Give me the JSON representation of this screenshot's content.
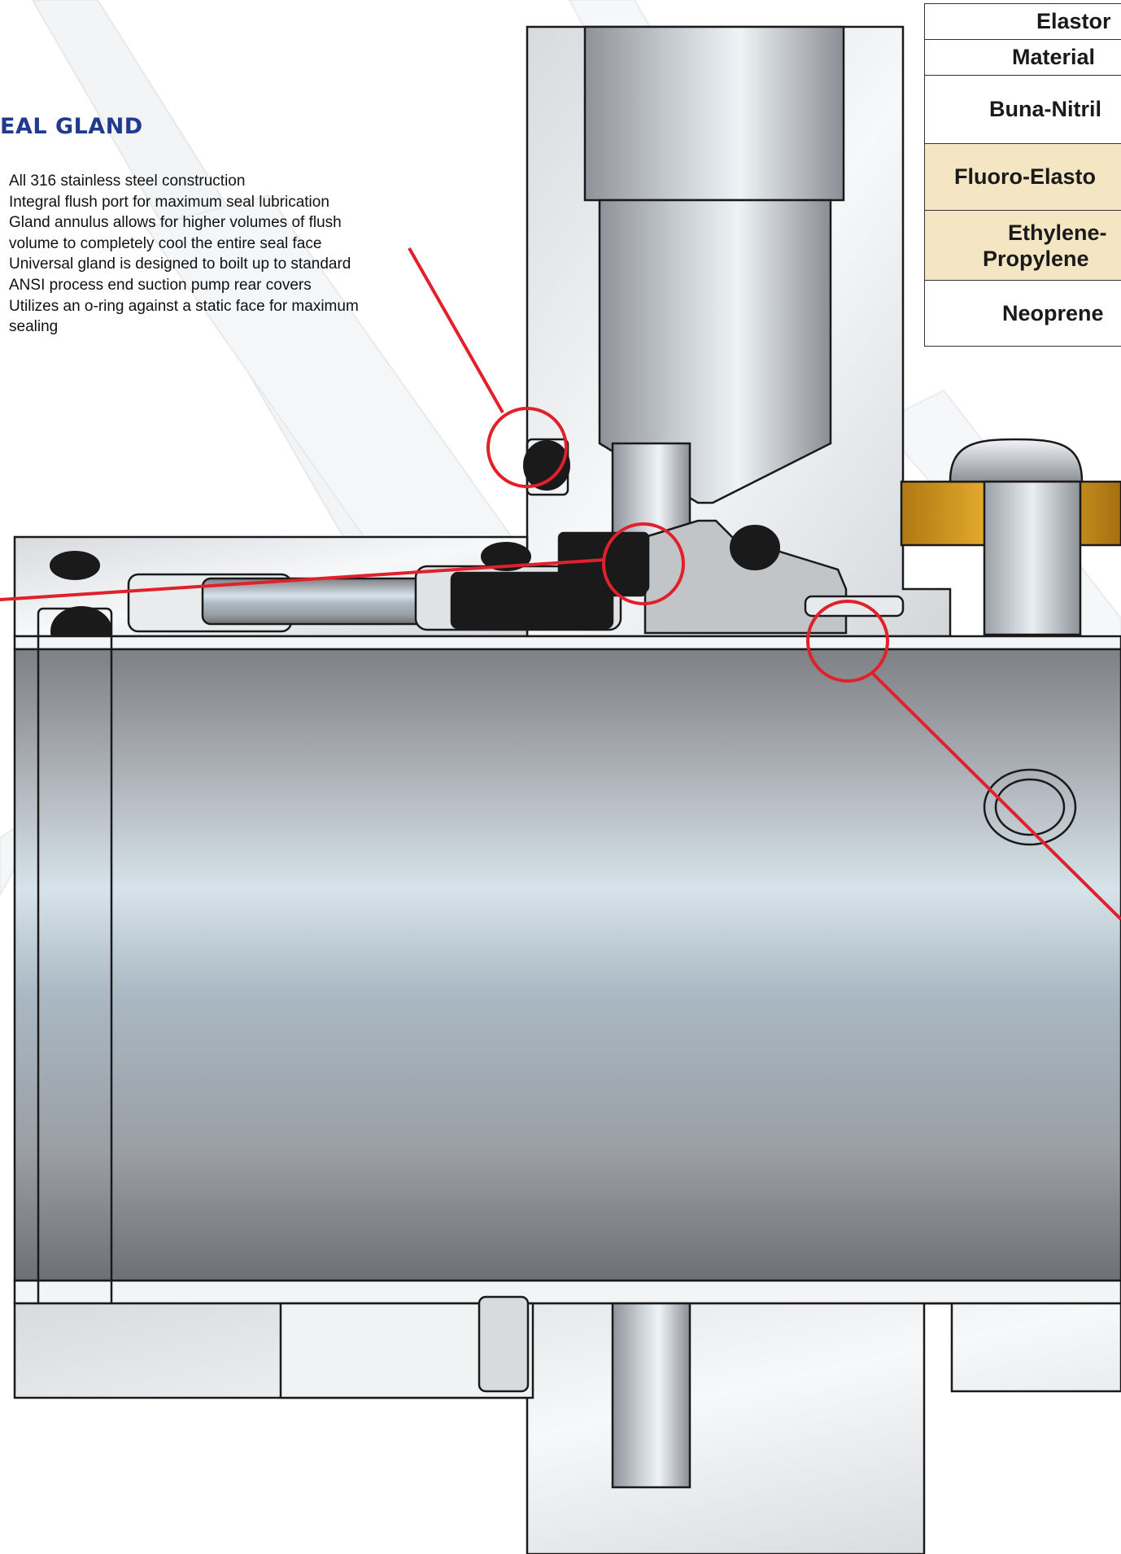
{
  "heading": "EAL GLAND",
  "features": [
    "All 316 stainless steel construction",
    "Integral flush port for maximum seal lubrication",
    "Gland annulus allows for higher volumes of flush",
    "volume to completely cool the entire seal face",
    "Universal gland is designed to boilt up to standard",
    "ANSI process end suction pump rear covers",
    "Utilizes an o-ring against a static face for maximum",
    "sealing"
  ],
  "elastomer_table": {
    "header": "Elastor",
    "column_header": "Material",
    "rows": [
      {
        "line1": "Buna-Nitril",
        "line2": ""
      },
      {
        "line1": "Fluoro-Elasto",
        "line2": ""
      },
      {
        "line1": "Ethylene-",
        "line2": "Propylene"
      },
      {
        "line1": "Neoprene",
        "line2": ""
      }
    ]
  },
  "colors": {
    "heading": "#1f3a8f",
    "callout": "#e0202a",
    "outline": "#1a1a1a",
    "elastomer": "#1a1a1a",
    "brass": "#d49a1c",
    "table_highlight": "#f4e6c2"
  }
}
